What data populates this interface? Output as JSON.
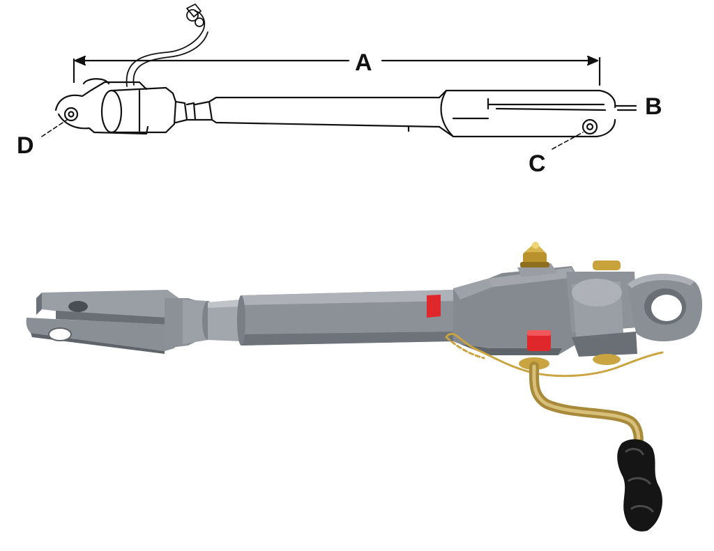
{
  "diagram": {
    "labels": {
      "a": "A",
      "b": "B",
      "c": "C",
      "d": "D"
    }
  },
  "colors": {
    "line": "#111111",
    "arm_gray": "#8a8e95",
    "arm_dark": "#5f636a",
    "arm_light": "#a9adb3",
    "marker_red": "#e0282c",
    "brass": "#c9a440",
    "handle_black": "#151515"
  }
}
